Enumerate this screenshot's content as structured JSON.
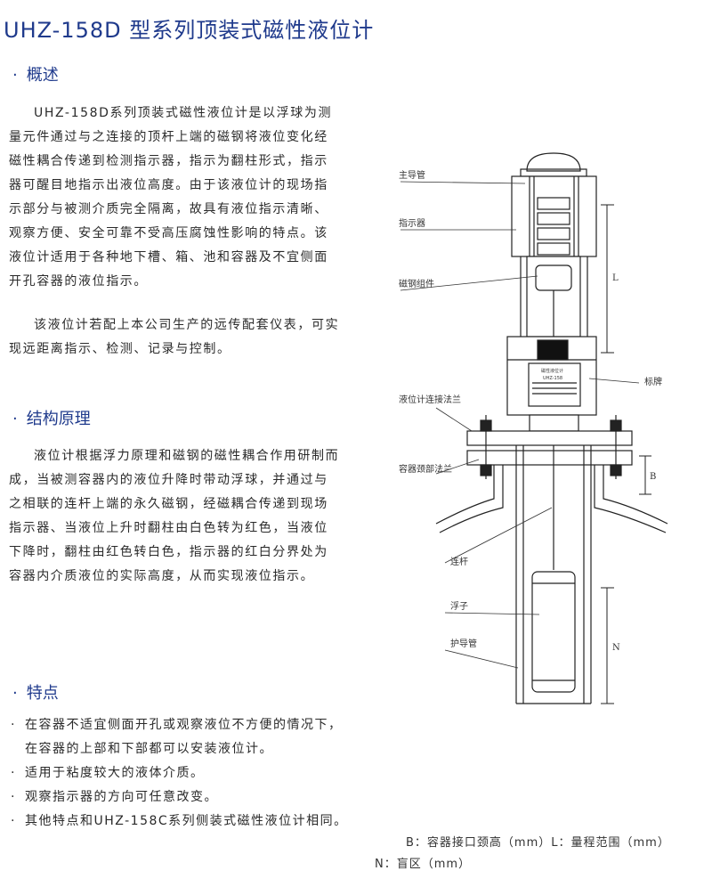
{
  "title": "UHZ-158D 型系列顶装式磁性液位计",
  "sections": [
    {
      "dot": "·",
      "heading": "概述",
      "paragraphs": [
        "UHZ-158D系列顶装式磁性液位计是以浮球为测量元件通过与之连接的顶杆上端的磁钢将液位变化经磁性耦合传递到检测指示器，指示为翻柱形式，指示器可醒目地指示出液位高度。由于该液位计的现场指示部分与被测介质完全隔离，故具有液位指示清晰、观察方便、安全可靠不受高压腐蚀性影响的特点。该液位计适用于各种地下槽、箱、池和容器及不宜侧面开孔容器的液位指示。",
        "该液位计若配上本公司生产的远传配套仪表，可实现远距离指示、检测、记录与控制。"
      ]
    },
    {
      "dot": "·",
      "heading": "结构原理",
      "paragraphs": [
        "液位计根据浮力原理和磁钢的磁性耦合作用研制而成，当被测容器内的液位升降时带动浮球，并通过与之相联的连杆上端的永久磁钢，经磁耦合传递到现场指示器、当液位上升时翻柱由白色转为红色，当液位下降时，翻柱由红色转白色，指示器的红白分界处为容器内介质液位的实际高度，从而实现液位指示。"
      ]
    },
    {
      "dot": "·",
      "heading": "特点",
      "items": [
        "在容器不适宜侧面开孔或观察液位不方便的情况下，在容器的上部和下部都可以安装液位计。",
        "适用于粘度较大的液体介质。",
        "观察指示器的方向可任意改变。",
        "其他特点和UHZ-158C系列侧装式磁性液位计相同。"
      ],
      "bullet": "·"
    }
  ],
  "diagram": {
    "labels": {
      "main_guide": "主导管",
      "indicator": "指示器",
      "magnet": "磁钢组件",
      "nameplate": "标牌",
      "flange_conn": "液位计连接法兰",
      "neck_flange": "容器颈部法兰",
      "rod": "连杆",
      "float": "浮子",
      "guard": "护导管",
      "dim_L": "L",
      "dim_B": "B",
      "dim_N": "N"
    },
    "plate": {
      "line1": "磁性液位计",
      "line2": "UHZ-158"
    }
  },
  "legend": {
    "line1": "B：容器接口颈高（mm）L：量程范围（mm）",
    "line2": "N：盲区（mm）"
  }
}
